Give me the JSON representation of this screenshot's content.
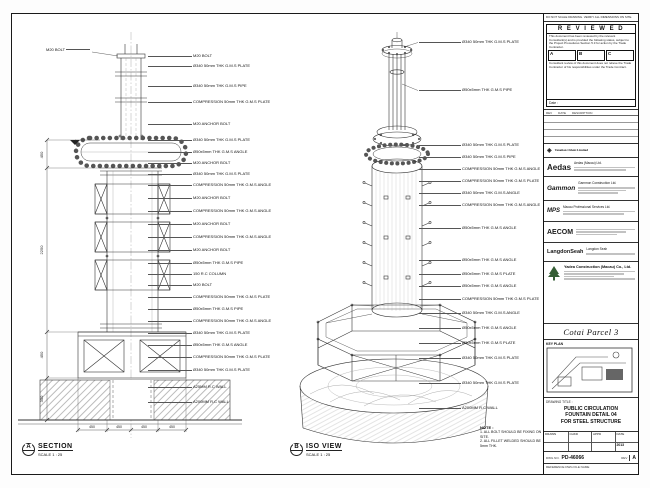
{
  "left_view": {
    "marker": "A",
    "title": "SECTION",
    "scale": "SCALE 1 : 25",
    "left_labels": [
      "M20 BOLT"
    ],
    "labels": [
      "M20 BOLT",
      "Ø340 50mm THK G.M.S PLATE",
      "Ø340 50mm THK G.M.S PIPE",
      "COMPRESSION 50mm THK G.M.S PLATE",
      "M20 ANCHOR BOLT",
      "Ø340 50mm THK G.M.S PLATE",
      "Ø50x5mm THK G.M.S ANGLE",
      "M20 ANCHOR BOLT",
      "Ø340 50mm THK G.M.S PLATE",
      "COMPRESSION 50mm THK G.M.S ANGLE",
      "M20 ANCHOR BOLT",
      "COMPRESSION 50mm THK G.M.S ANGLE",
      "M20 ANCHOR BOLT",
      "COMPRESSION 50mm THK G.M.S ANGLE",
      "M20 ANCHOR BOLT",
      "Ø50x5mm THK G.M.S PIPE",
      "150 R.C COLUMN",
      "M20 BOLT",
      "COMPRESSION 50mm THK G.M.S PLATE",
      "Ø50x5mm THK G.M.S PIPE",
      "COMPRESSION 50mm THK G.M.S ANGLE",
      "Ø340 50mm THK G.M.S PLATE",
      "Ø50x5mm THK G.M.S ANGLE",
      "COMPRESSION 50mm THK G.M.S PLATE",
      "Ø340 50mm THK G.M.S PLATE",
      "A25MM R.C WALL",
      "A200MM R.C WALL"
    ],
    "dims_left": [
      "450",
      "2250",
      "450",
      "300"
    ],
    "dims_bottom": [
      "450",
      "450",
      "450",
      "450"
    ]
  },
  "iso_view": {
    "marker": "B",
    "title": "ISO VIEW",
    "scale": "SCALE 1 : 25",
    "labels": [
      "Ø340 50mm THK G.M.S PLATE",
      "Ø50x5mm THK G.M.S PIPE",
      "Ø340 50mm THK G.M.S PLATE",
      "Ø340 50mm THK G.M.S PIPE",
      "COMPRESSION 50mm THK G.M.S ANGLE",
      "COMPRESSION 50mm THK G.M.S PLATE",
      "Ø340 50mm THK G.M.S ANGLE",
      "COMPRESSION 50mm THK G.M.S ANGLE",
      "Ø50x5mm THK G.M.S ANGLE",
      "Ø50x5mm THK G.M.S ANGLE",
      "Ø50x5mm THK G.M.S PLATE",
      "Ø50x5mm THK G.M.S ANGLE",
      "COMPRESSION 50mm THK G.M.S PLATE",
      "Ø340 50mm THK G.M.S ANGLE",
      "Ø50x5mm THK G.M.S ANGLE",
      "Ø50x5mm THK G.M.S PLATE",
      "Ø340 50mm THK G.M.S PLATE",
      "Ø340 50mm THK G.M.S PLATE",
      "A200MM R.C WALL"
    ]
  },
  "note": {
    "heading": "NOTE :",
    "lines": [
      "1. ALL BOLT SHOULD BE FIXING ON SITE.",
      "2. ALL FILLET WELDED SHOULD BE 5mm THK."
    ]
  },
  "title_block": {
    "top_note": "DO NOT SCALE DRAWING. VERIFY ALL DIMENSIONS ON SITE.",
    "stamp": {
      "title": "R E V I E W E D",
      "body1": "This document has been reviewed by the relevant Consultant(s) and is provided the following status, subject to the Project Procedures Section 5.3 for action by the Trade Contractor.",
      "options": [
        "A",
        "B",
        "C"
      ],
      "body2": "Consultant review of this document does not relieve the Trade Contractor of his responsibilities under the Trade Contract.",
      "date_label": "Date :"
    },
    "rev_table": {
      "headers": [
        "REV",
        "DATE",
        "DESCRIPTION"
      ]
    },
    "companies": [
      {
        "logo": "◈",
        "name": "Venetian Orient Limited"
      },
      {
        "logo": "Aedas",
        "name": "Aedas (Macau) Ltd."
      },
      {
        "logo": "Gammon",
        "name": "Gammon Construction Ltd."
      },
      {
        "logo": "MPS",
        "name": "Macau Professional Services Ltd."
      },
      {
        "logo": "AECOM",
        "name": "AECOM"
      },
      {
        "logo": "LangdonSeah",
        "name": "Langdon Seah"
      }
    ],
    "contractor": {
      "name": "Yadea Construction (Macau) Co., Ltd."
    },
    "project": "Cotai Parcel 3",
    "key_plan_label": "KEY PLAN",
    "drawing_title": {
      "label": "DRAWING TITLE :",
      "lines": [
        "PUBLIC CIRCULATION",
        "FOUNTAIN DETAIL 04",
        "FOR STEEL STRUCTURE"
      ]
    },
    "approval": {
      "labels": [
        "DRAWN",
        "CHKD",
        "APPD",
        "DATE"
      ],
      "values": [
        "",
        "",
        "",
        "2013"
      ]
    },
    "dwg_no": {
      "label": "DWG NO.",
      "value": "PD-46066",
      "rev_label": "REV",
      "rev": "A"
    },
    "reference": "REFERENCE DWG FILE NAME"
  }
}
